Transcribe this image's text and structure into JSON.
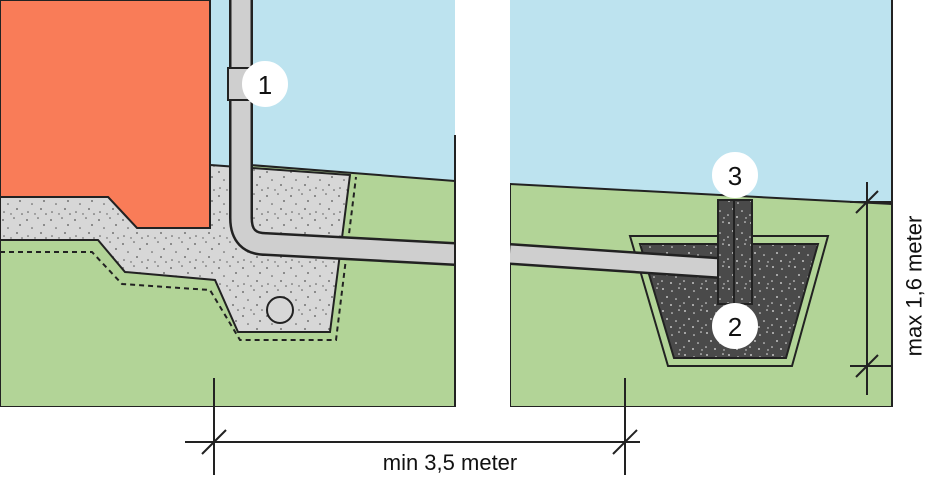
{
  "callouts": [
    "1",
    "2",
    "3"
  ],
  "dimensions": {
    "width_label": "min 3,5 meter",
    "depth_label": "max 1,6 meter"
  },
  "colors": {
    "sky": "#bde3ef",
    "grass": "#b2d497",
    "house": "#f97c58",
    "foundation": "#d7d7d7",
    "pipe": "#cfcfcf",
    "infiltration_fill": "#4a4a4a",
    "outline": "#222222"
  }
}
